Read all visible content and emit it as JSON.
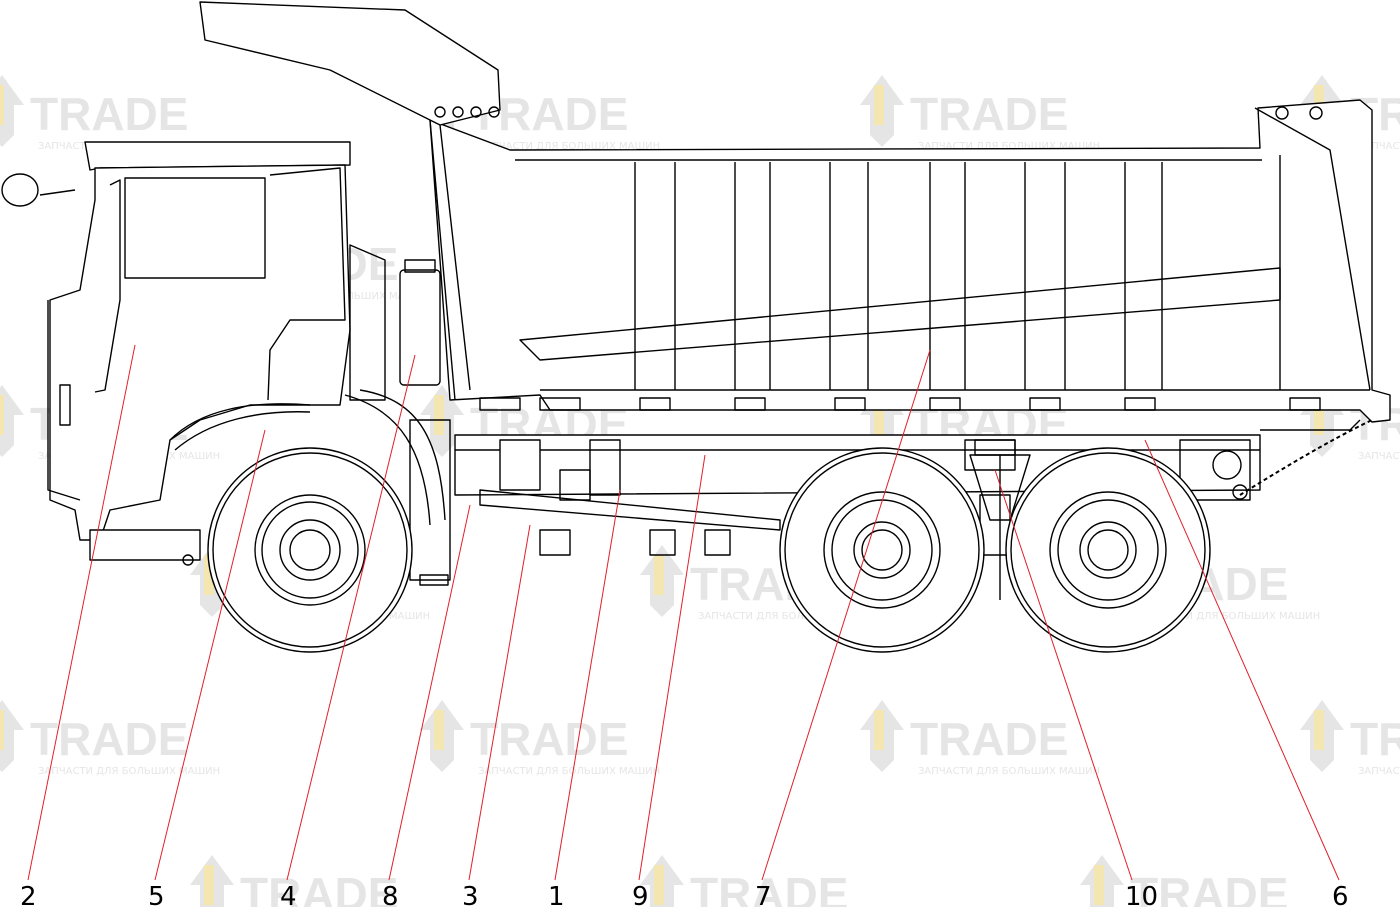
{
  "watermark": {
    "brand": "TRADE",
    "tagline": "ЗАПЧАСТИ ДЛЯ БОЛЬШИХ МАШИН",
    "color": "#e3e3e3",
    "accent": "#f3e4a8"
  },
  "diagram": {
    "subject": "dump-truck-side-view",
    "line_color": "#000000",
    "leader_color": "#e0202a"
  },
  "callouts": [
    {
      "id": "2",
      "label": "2"
    },
    {
      "id": "5",
      "label": "5"
    },
    {
      "id": "4",
      "label": "4"
    },
    {
      "id": "8",
      "label": "8"
    },
    {
      "id": "3",
      "label": "3"
    },
    {
      "id": "1",
      "label": "1"
    },
    {
      "id": "9",
      "label": "9"
    },
    {
      "id": "7",
      "label": "7"
    },
    {
      "id": "10",
      "label": "10"
    },
    {
      "id": "6",
      "label": "6"
    }
  ]
}
